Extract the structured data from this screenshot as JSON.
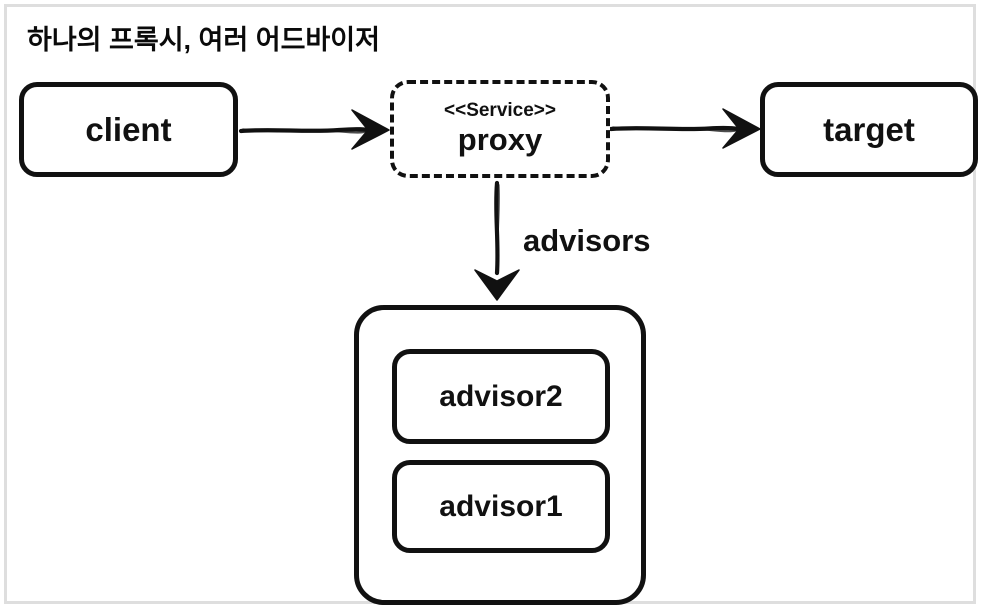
{
  "title": "하나의 프록시, 여러 어드바이저",
  "nodes": {
    "client": {
      "label": "client"
    },
    "proxy": {
      "stereotype": "<<Service>>",
      "label": "proxy"
    },
    "target": {
      "label": "target"
    },
    "advisor2": {
      "label": "advisor2"
    },
    "advisor1": {
      "label": "advisor1"
    }
  },
  "edges": {
    "client_to_proxy": {
      "from": "client",
      "to": "proxy",
      "style": "solid-arrow"
    },
    "proxy_to_target": {
      "from": "proxy",
      "to": "target",
      "style": "solid-arrow"
    },
    "proxy_to_advisors": {
      "from": "proxy",
      "to": "advisors-container",
      "label": "advisors",
      "style": "solid-arrow"
    }
  },
  "colors": {
    "ink": "#111111",
    "frame_border": "#dedede",
    "background": "#ffffff"
  }
}
